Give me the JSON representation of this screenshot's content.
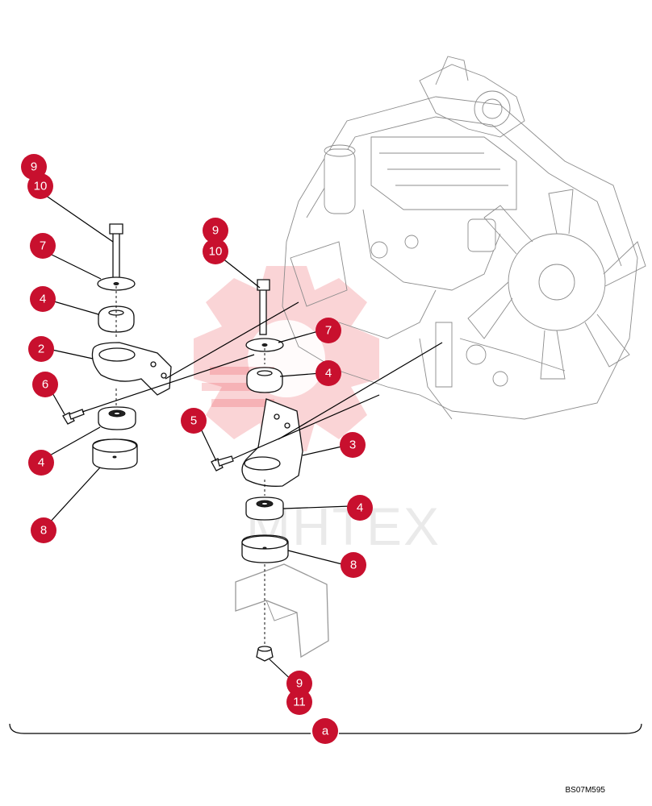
{
  "diagram": {
    "reference_code": "BS07M595",
    "watermark_text": "MHTEX",
    "callout_color": "#c8102e",
    "callouts": {
      "c9a": "9",
      "c10a": "10",
      "c7a": "7",
      "c4a": "4",
      "c2": "2",
      "c6": "6",
      "c4b": "4",
      "c8a": "8",
      "c9b": "9",
      "c10b": "10",
      "c7b": "7",
      "c4c": "4",
      "c5": "5",
      "c3": "3",
      "c4d": "4",
      "c8b": "8",
      "c9c": "9",
      "c11": "11",
      "ca": "a"
    }
  }
}
